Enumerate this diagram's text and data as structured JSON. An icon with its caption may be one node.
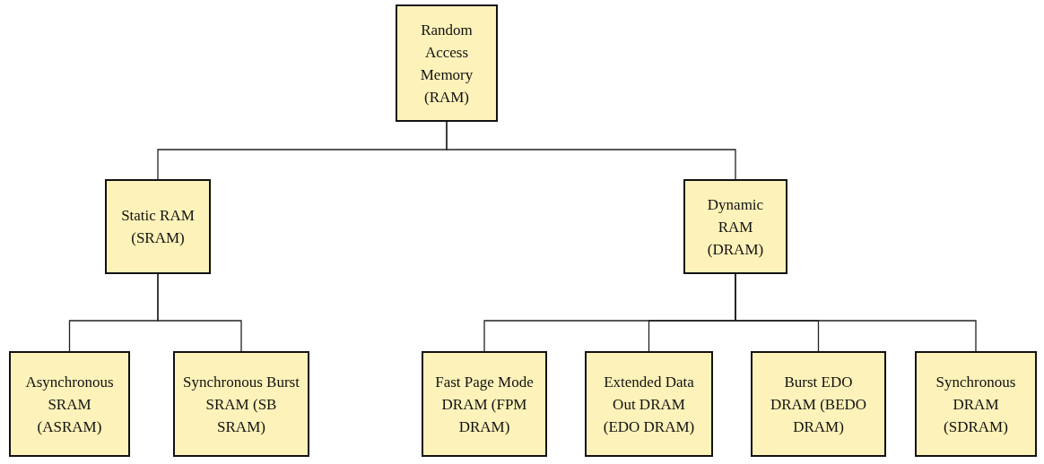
{
  "diagram": {
    "nodes": [
      {
        "text": [
          "Random Access Memory (RAM)"
        ]
      },
      {
        "text": [
          "Static RAM (SRAM)"
        ]
      },
      {
        "text": [
          "Dynamic RAM (DRAM)"
        ]
      },
      {
        "text": [
          "Asynchronous SRAM (ASRAM)"
        ]
      },
      {
        "text": [
          "Synchronous Burst SRAM (SB SRAM)"
        ]
      },
      {
        "text": [
          "Fast Page Mode DRAM (FPM DRAM)"
        ]
      },
      {
        "text": [
          "Extended Data Out DRAM (EDO DRAM)"
        ]
      },
      {
        "text": [
          "Burst EDO DRAM (BEDO DRAM)"
        ]
      },
      {
        "text": [
          "Synchronous DRAM (SDRAM)"
        ]
      }
    ],
    "edges": [
      {
        "from": 0,
        "to": 1,
        "arrow": "none"
      },
      {
        "from": 0,
        "to": 2,
        "arrow": "none"
      },
      {
        "from": 1,
        "to": 3,
        "arrow": "none"
      },
      {
        "from": 1,
        "to": 4,
        "arrow": "none"
      },
      {
        "from": 2,
        "to": 5,
        "arrow": "none"
      },
      {
        "from": 2,
        "to": 6,
        "arrow": "none"
      },
      {
        "from": 2,
        "to": 7,
        "arrow": "none"
      },
      {
        "from": 2,
        "to": 8,
        "arrow": "none"
      }
    ]
  }
}
